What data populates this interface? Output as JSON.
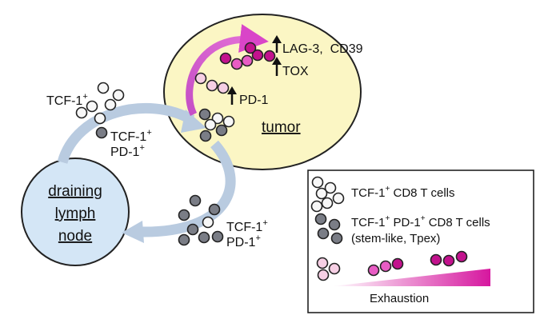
{
  "colors": {
    "white_cell": "#f7f7f7",
    "gray_cell": "#7a7d86",
    "pink_light": "#f6cfe4",
    "pink_mid": "#e85cc4",
    "magenta": "#c2128d",
    "tumor_fill": "#fbf6c4",
    "node_fill": "#d4e6f6",
    "arrow_blue": "#b9cbe0",
    "gradient_start": "#ffffff",
    "gradient_end": "#d6179f"
  },
  "tumor": {
    "label": "tumor"
  },
  "lymph_node": {
    "line1": "draining",
    "line2": "lymph",
    "line3": "node"
  },
  "markers": {
    "pd1": "PD-1",
    "tox": "TOX",
    "lag3_cd39": "LAG-3,  CD39"
  },
  "labels": {
    "tcf1_top": {
      "base": "TCF-1",
      "sup": "+"
    },
    "tcf1_pd1_left": {
      "line1_base": "TCF-1",
      "line1_sup": "+",
      "line2_base": "PD-1",
      "line2_sup": "+"
    },
    "tcf1_pd1_bottom": {
      "line1_base": "TCF-1",
      "line1_sup": "+",
      "line2_base": "PD-1",
      "line2_sup": "+"
    }
  },
  "legend": {
    "row1": {
      "a": "TCF-1",
      "a_sup": "+",
      "b": " CD8 T cells"
    },
    "row2": {
      "a": "TCF-1",
      "a_sup": "+",
      "b": " PD-1",
      "b_sup": "+",
      "c": " CD8 T cells",
      "line2": "(stem-like, Tpex)"
    },
    "exhaustion": "Exhaustion"
  }
}
